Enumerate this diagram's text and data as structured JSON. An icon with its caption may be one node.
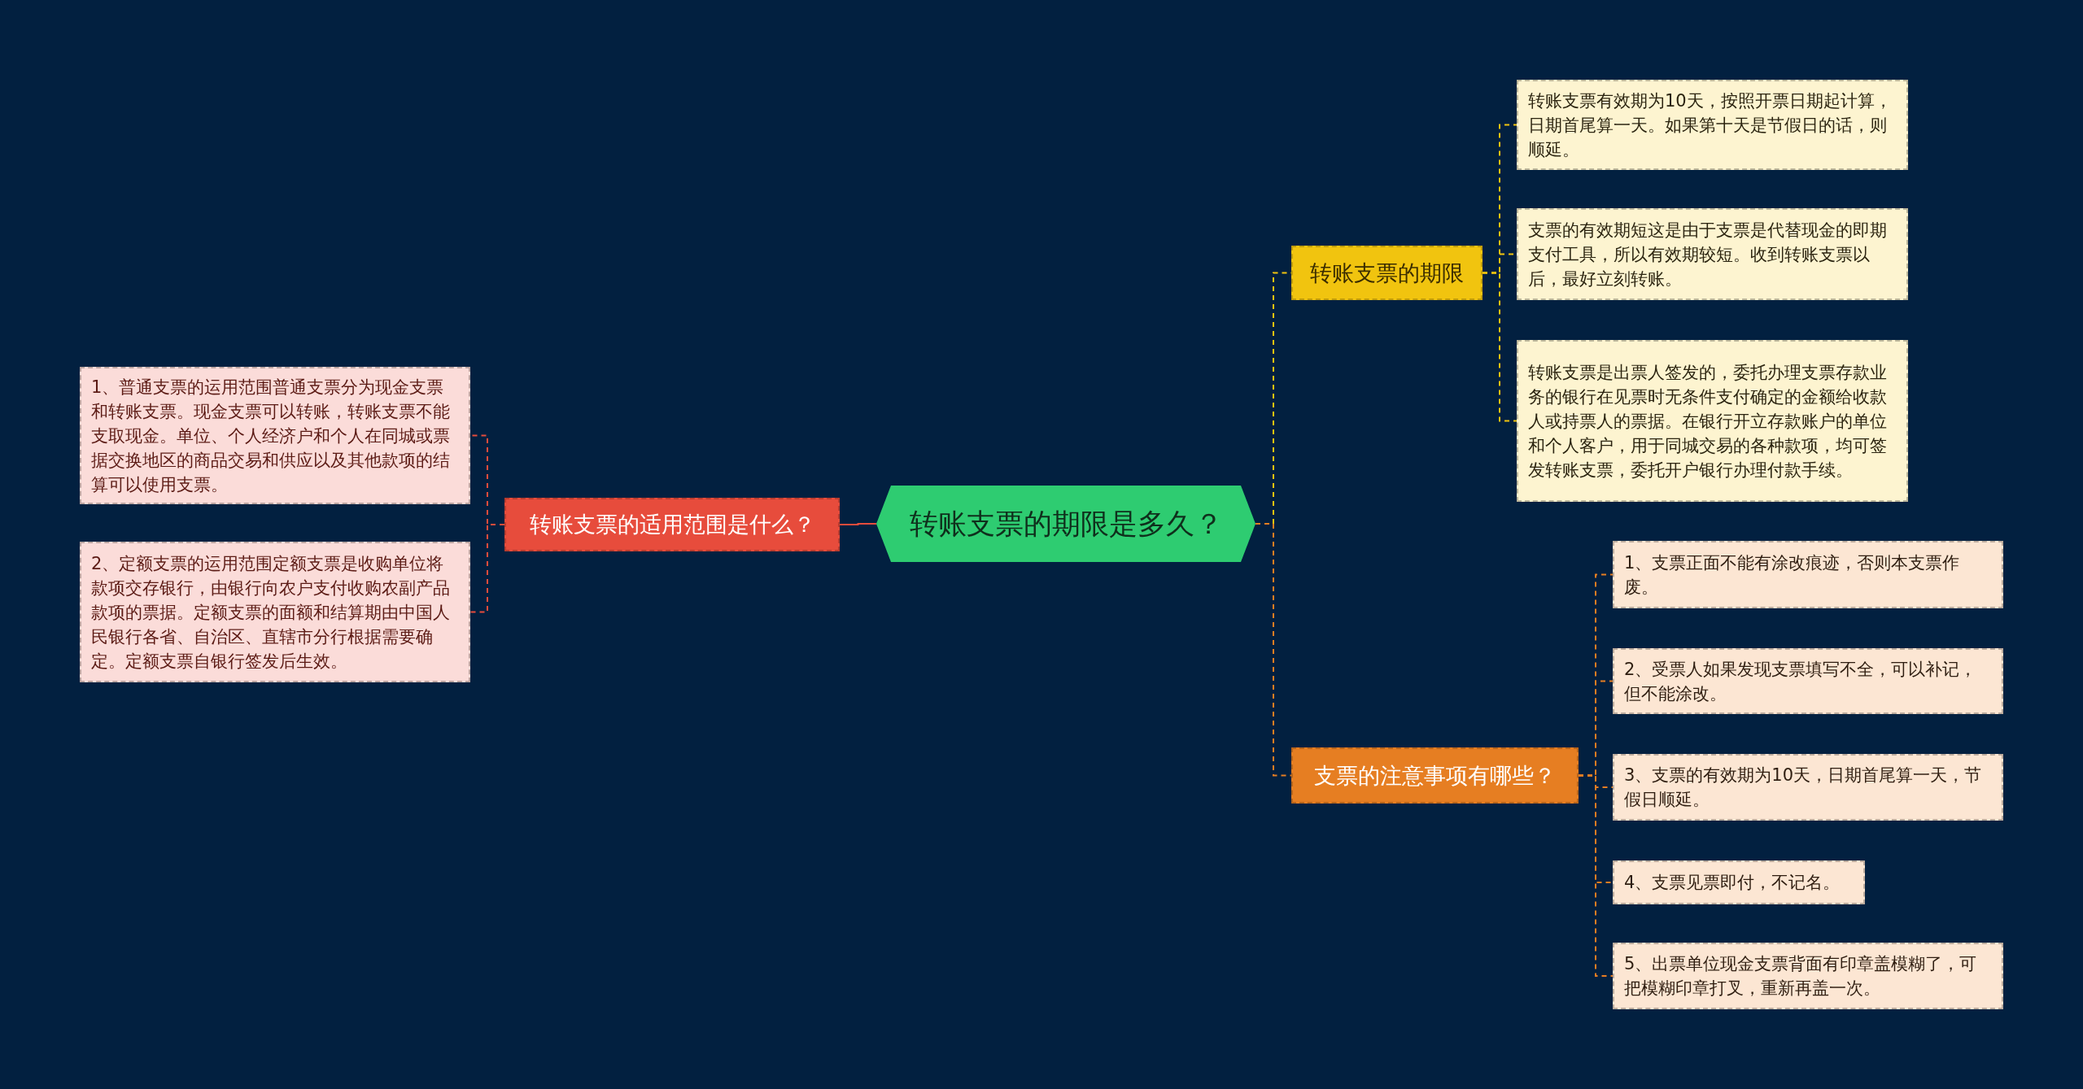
{
  "diagram": {
    "nodes": [
      {
        "text": [
          "转账支票的期限是多久？"
        ]
      },
      {
        "text": [
          "转账支票的适用范围是什么？"
        ]
      },
      {
        "text": [
          "1、普通支票的运用范围普通支票分为现金支票和转账支票。现金支票可以转账，转账支票不能支取现金。单位、个人经济户和个人在同城或票据交换地区的商品交易和供应以及其他款项的结算可以使用支票。"
        ]
      },
      {
        "text": [
          "2、定额支票的运用范围定额支票是收购单位将款项交存银行，由银行向农户支付收购农副产品款项的票据。定额支票的面额和结算期由中国人民银行各省、自治区、直辖市分行根据需要确定。定额支票自银行签发后生效。"
        ]
      },
      {
        "text": [
          "转账支票的期限"
        ]
      },
      {
        "text": [
          "转账支票有效期为10天，按照开票日期起计算，日期首尾算一天。如果第十天是节假日的话，则顺延。"
        ]
      },
      {
        "text": [
          "支票的有效期短这是由于支票是代替现金的即期支付工具，所以有效期较短。收到转账支票以后，最好立刻转账。"
        ]
      },
      {
        "text": [
          "转账支票是出票人签发的，委托办理支票存款业务的银行在见票时无条件支付确定的金额给收款人或持票人的票据。在银行开立存款账户的单位和个人客户，用于同城交易的各种款项，均可签发转账支票，委托开户银行办理付款手续。"
        ]
      },
      {
        "text": [
          "支票的注意事项有哪些？"
        ]
      },
      {
        "text": [
          "1、支票正面不能有涂改痕迹，否则本支票作废。"
        ]
      },
      {
        "text": [
          "2、受票人如果发现支票填写不全，可以补记，但不能涂改。"
        ]
      },
      {
        "text": [
          "3、支票的有效期为10天，日期首尾算一天，节假日顺延。"
        ]
      },
      {
        "text": [
          "4、支票见票即付，不记名。"
        ]
      },
      {
        "text": [
          "5、出票单位现金支票背面有印章盖模糊了，可把模糊印章打叉，重新再盖一次。"
        ]
      }
    ],
    "edges": [
      {
        "from": 0,
        "to": 1,
        "arrow": "none",
        "color": "#e74c3c"
      },
      {
        "from": 1,
        "to": 2,
        "arrow": "none",
        "style": "dashed",
        "color": "#e74c3c"
      },
      {
        "from": 1,
        "to": 3,
        "arrow": "none",
        "style": "dashed",
        "color": "#e74c3c"
      },
      {
        "from": 0,
        "to": 4,
        "arrow": "none",
        "style": "dashed",
        "color": "#f1c40f"
      },
      {
        "from": 4,
        "to": 5,
        "arrow": "none",
        "style": "dashed",
        "color": "#f1c40f"
      },
      {
        "from": 4,
        "to": 6,
        "arrow": "none",
        "style": "dashed",
        "color": "#f1c40f"
      },
      {
        "from": 4,
        "to": 7,
        "arrow": "none",
        "style": "dashed",
        "color": "#f1c40f"
      },
      {
        "from": 0,
        "to": 8,
        "arrow": "none",
        "style": "dashed",
        "color": "#e67e22"
      },
      {
        "from": 8,
        "to": 9,
        "arrow": "none",
        "style": "dashed",
        "color": "#e67e22"
      },
      {
        "from": 8,
        "to": 10,
        "arrow": "none",
        "style": "dashed",
        "color": "#e67e22"
      },
      {
        "from": 8,
        "to": 11,
        "arrow": "none",
        "style": "dashed",
        "color": "#e67e22"
      },
      {
        "from": 8,
        "to": 12,
        "arrow": "none",
        "style": "dashed",
        "color": "#e67e22"
      },
      {
        "from": 8,
        "to": 13,
        "arrow": "none",
        "style": "dashed",
        "color": "#e67e22"
      }
    ]
  }
}
